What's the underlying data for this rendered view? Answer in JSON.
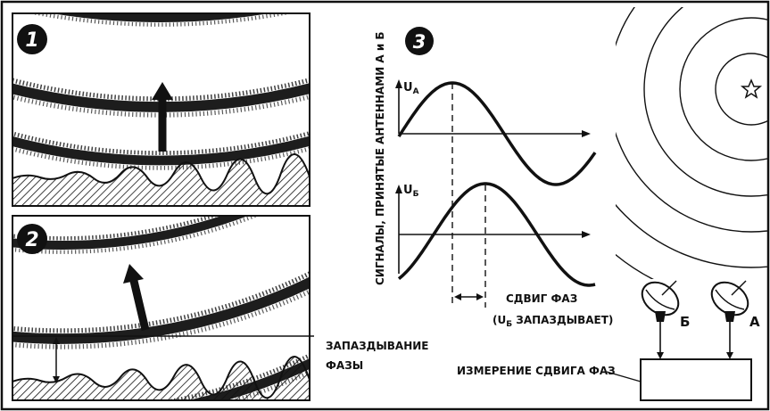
{
  "panels": {
    "p1": {
      "number": "1"
    },
    "p2": {
      "number": "2"
    },
    "p3": {
      "number": "3"
    }
  },
  "labels": {
    "y_axis": "СИГНАЛЫ, ПРИНЯТЫЕ АНТЕННАМИ  А и Б",
    "u_a": "U",
    "u_a_sub": "А",
    "u_b": "U",
    "u_b_sub": "Б",
    "phase_shift_1": "СДВИГ ФАЗ",
    "phase_shift_2a": "(U",
    "phase_shift_2_sub": "Б",
    "phase_shift_2b": " ЗАПАЗДЫВАЕТ)",
    "delay_1": "ЗАПАЗДЫВАНИЕ",
    "delay_2": "ФАЗЫ",
    "antenna_a": "А",
    "antenna_b": "Б",
    "measure": "ИЗМЕРЕНИЕ СДВИГА ФАЗ"
  },
  "icons": {
    "star": "star-icon",
    "arrow": "up-arrow-icon",
    "antenna": "radio-dish-icon"
  },
  "colors": {
    "ink": "#111111",
    "paper": "#ffffff"
  }
}
